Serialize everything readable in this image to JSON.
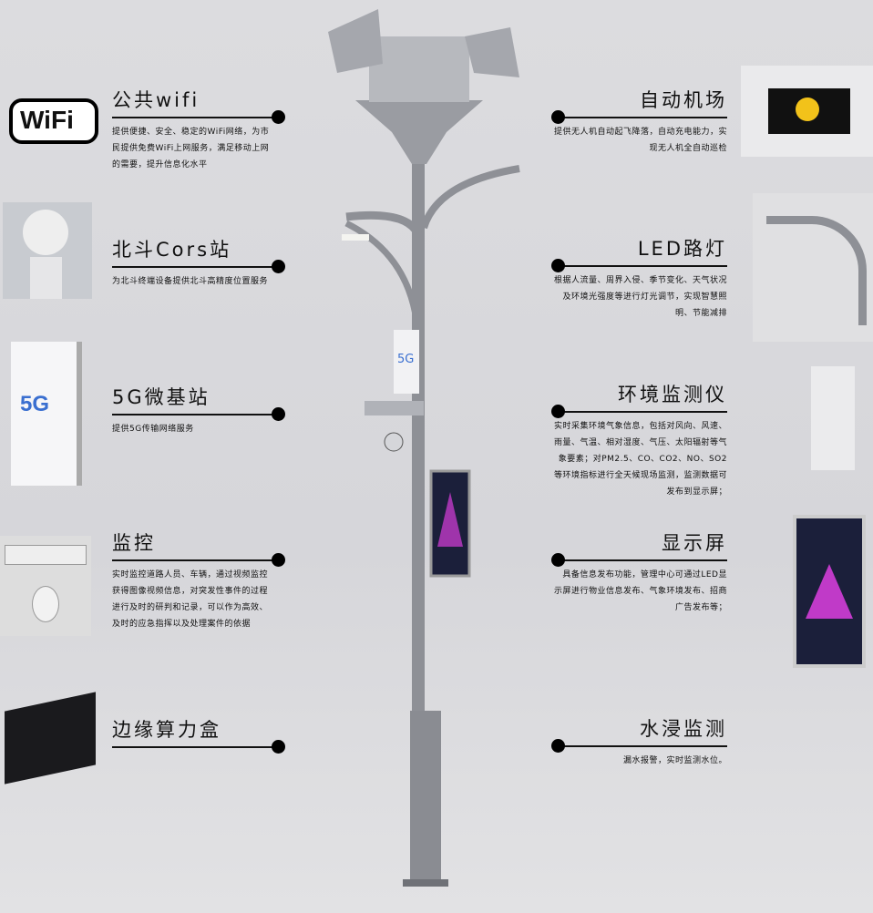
{
  "left": [
    {
      "title": "公共wifi",
      "desc": "提供便捷、安全、稳定的WiFi网络，为市民提供免费WiFi上网服务，满足移动上网的需要，提升信息化水平"
    },
    {
      "title": "北斗Cors站",
      "desc": "为北斗终端设备提供北斗高精度位置服务"
    },
    {
      "title": "5G微基站",
      "desc": "提供5G传输网络服务"
    },
    {
      "title": "监控",
      "desc": "实时监控道路人员、车辆，通过视频监控获得图像视频信息，对突发性事件的过程进行及时的研判和记录，可以作为高效、及时的应急指挥以及处理案件的依据"
    },
    {
      "title": "边缘算力盒",
      "desc": ""
    }
  ],
  "right": [
    {
      "title": "自动机场",
      "desc": "提供无人机自动起飞降落，自动充电能力，实现无人机全自动巡检"
    },
    {
      "title": "LED路灯",
      "desc": "根据人流量、周界入侵、季节变化、天气状况及环境光强度等进行灯光调节，实现智慧照明、节能减排"
    },
    {
      "title": "环境监测仪",
      "desc": "实时采集环境气象信息，包括对风向、风速、雨量、气温、相对湿度、气压、太阳辐射等气象要素；对PM2.5、CO、CO2、NO、SO2等环境指标进行全天候现场监测，监测数据可发布到显示屏；"
    },
    {
      "title": "显示屏",
      "desc": "具备信息发布功能，管理中心可通过LED显示屏进行物业信息发布、气象环境发布、招商广告发布等；"
    },
    {
      "title": "水浸监测",
      "desc": "漏水报警，实时监测水位。"
    }
  ],
  "logos": {
    "wifi": "WiFi",
    "fiveg": "5G"
  }
}
